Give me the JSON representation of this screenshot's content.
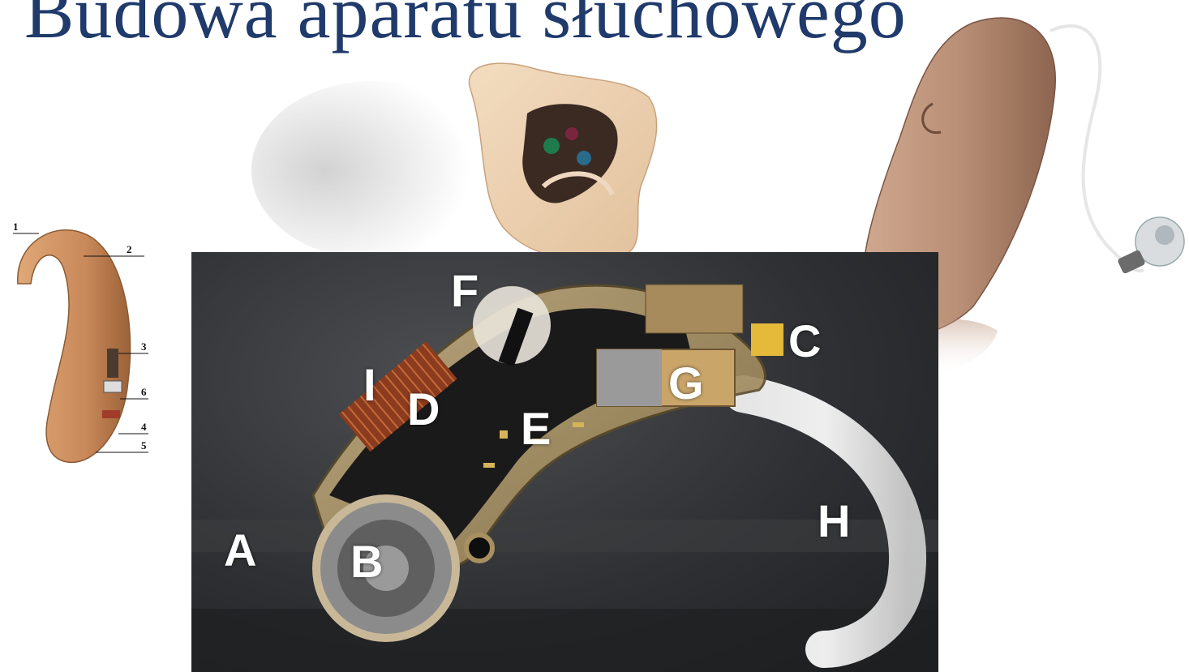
{
  "header": {
    "title": "Budowa aparatu słuchowego"
  },
  "small_bte": {
    "callouts": [
      "1",
      "2",
      "3",
      "6",
      "4",
      "5"
    ],
    "icon": "behind-the-ear-hearing-aid-icon"
  },
  "in_the_ear": {
    "icon": "in-the-ear-hearing-aid-icon"
  },
  "ric": {
    "icon": "receiver-in-canal-hearing-aid-icon"
  },
  "diagram": {
    "labels": {
      "A": "A",
      "B": "B",
      "C": "C",
      "D": "D",
      "E": "E",
      "F": "F",
      "G": "G",
      "H": "H",
      "I": "I"
    }
  },
  "colors": {
    "title": "#1f3a6b",
    "skin_tone": "#c9956a",
    "ric_shell": "#b98f75",
    "background_dark": "#2e3033"
  }
}
